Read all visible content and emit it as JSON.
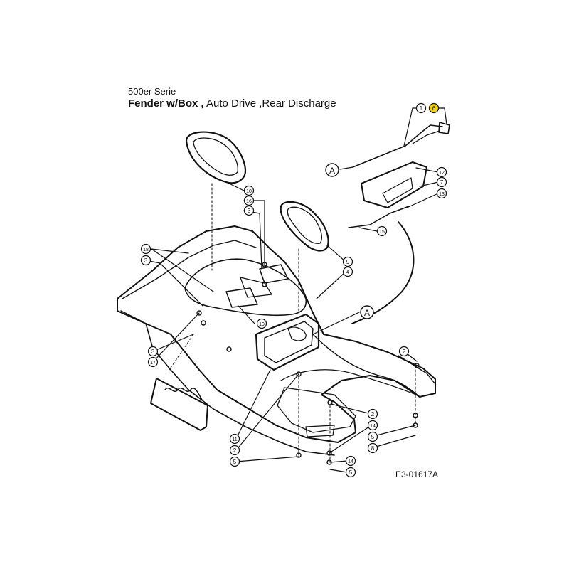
{
  "header": {
    "series": "500er Serie",
    "title_bold": "Fender w/Box ,",
    "title_rest": " Auto Drive  ,Rear Discharge"
  },
  "drawing_code": "E3-01617A",
  "reference_letter": "A",
  "colors": {
    "line": "#111111",
    "highlight": "#f2d200",
    "paper": "#ffffff"
  },
  "callouts": [
    {
      "num": "1"
    },
    {
      "num": "6"
    },
    {
      "num": "12"
    },
    {
      "num": "7"
    },
    {
      "num": "13"
    },
    {
      "num": "15"
    },
    {
      "num": "10"
    },
    {
      "num": "16"
    },
    {
      "num": "3"
    },
    {
      "num": "18"
    },
    {
      "num": "3"
    },
    {
      "num": "9"
    },
    {
      "num": "4"
    },
    {
      "num": "19"
    },
    {
      "num": "3"
    },
    {
      "num": "17"
    },
    {
      "num": "2"
    },
    {
      "num": "2"
    },
    {
      "num": "14"
    },
    {
      "num": "5"
    },
    {
      "num": "8"
    },
    {
      "num": "11"
    },
    {
      "num": "2"
    },
    {
      "num": "5"
    },
    {
      "num": "14"
    },
    {
      "num": "5"
    }
  ]
}
